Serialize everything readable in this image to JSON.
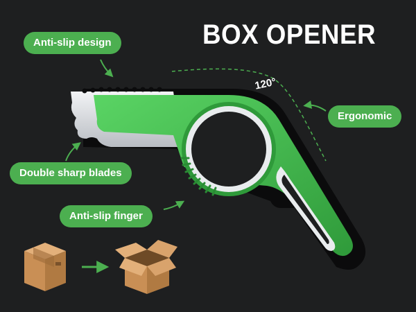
{
  "title": "BOX OPENER",
  "features": {
    "anti_slip_design": "Anti-slip design",
    "ergonomic": "Ergonomic",
    "double_sharp_blades": "Double sharp blades",
    "anti_slip_finger": "Anti-slip finger"
  },
  "angle_label": "120°",
  "colors": {
    "background": "#1e1f20",
    "accent_green": "#4caf50",
    "tool_green": "#3fbf4a",
    "blade_silver": "#dcdfe2"
  }
}
